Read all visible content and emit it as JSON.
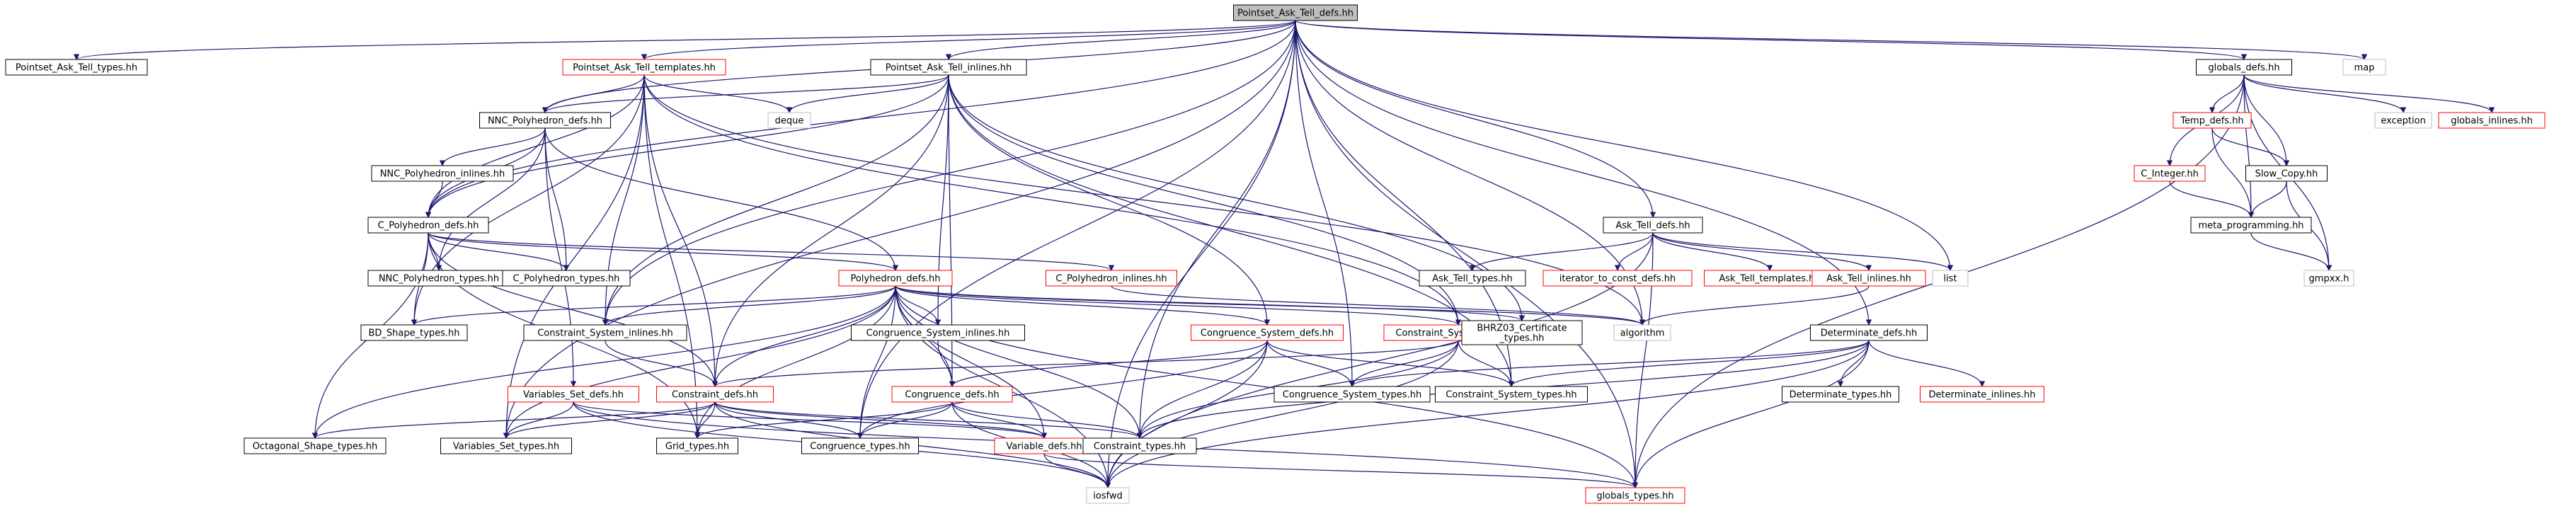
{
  "graph": {
    "nodes": {
      "root": {
        "label": "Pointset_Ask_Tell_defs.hh",
        "style": "root"
      },
      "pat_types": {
        "label": "Pointset_Ask_Tell_types.hh",
        "style": "black"
      },
      "pat_templates": {
        "label": "Pointset_Ask_Tell_templates.hh",
        "style": "red"
      },
      "pat_inlines": {
        "label": "Pointset_Ask_Tell_inlines.hh",
        "style": "black"
      },
      "map": {
        "label": "map",
        "style": "gray"
      },
      "globals_defs": {
        "label": "globals_defs.hh",
        "style": "black"
      },
      "deque": {
        "label": "deque",
        "style": "gray"
      },
      "nnc_defs": {
        "label": "NNC_Polyhedron_defs.hh",
        "style": "black"
      },
      "nnc_inlines": {
        "label": "NNC_Polyhedron_inlines.hh",
        "style": "black"
      },
      "c_defs": {
        "label": "C_Polyhedron_defs.hh",
        "style": "black"
      },
      "nnc_types": {
        "label": "NNC_Polyhedron_types.hh",
        "style": "black"
      },
      "c_types": {
        "label": "C_Polyhedron_types.hh",
        "style": "black"
      },
      "poly_defs": {
        "label": "Polyhedron_defs.hh",
        "style": "red"
      },
      "c_inlines": {
        "label": "C_Polyhedron_inlines.hh",
        "style": "red"
      },
      "ask_tell_defs": {
        "label": "Ask_Tell_defs.hh",
        "style": "black"
      },
      "ask_tell_types": {
        "label": "Ask_Tell_types.hh",
        "style": "black"
      },
      "iter_const": {
        "label": "iterator_to_const_defs.hh",
        "style": "red"
      },
      "ask_tell_templates": {
        "label": "Ask_Tell_templates.hh",
        "style": "red"
      },
      "ask_tell_inlines": {
        "label": "Ask_Tell_inlines.hh",
        "style": "red"
      },
      "list": {
        "label": "list",
        "style": "gray"
      },
      "temp_defs": {
        "label": "Temp_defs.hh",
        "style": "red"
      },
      "exception": {
        "label": "exception",
        "style": "gray"
      },
      "globals_inlines": {
        "label": "globals_inlines.hh",
        "style": "red"
      },
      "c_integer": {
        "label": "C_Integer.hh",
        "style": "red"
      },
      "slow_copy": {
        "label": "Slow_Copy.hh",
        "style": "black"
      },
      "meta_prog": {
        "label": "meta_programming.hh",
        "style": "black"
      },
      "gmpxx": {
        "label": "gmpxx.h",
        "style": "gray"
      },
      "bd_shape_types": {
        "label": "BD_Shape_types.hh",
        "style": "black"
      },
      "cs_inlines": {
        "label": "Constraint_System_inlines.hh",
        "style": "black"
      },
      "congs_inlines": {
        "label": "Congruence_System_inlines.hh",
        "style": "black"
      },
      "congs_defs": {
        "label": "Congruence_System_defs.hh",
        "style": "red"
      },
      "cs_defs": {
        "label": "Constraint_System_defs.hh",
        "style": "red"
      },
      "bhrz03": {
        "label": "BHRZ03_Certificate\n_types.hh",
        "style": "black"
      },
      "algorithm": {
        "label": "algorithm",
        "style": "gray"
      },
      "determinate_defs": {
        "label": "Determinate_defs.hh",
        "style": "black"
      },
      "vs_defs": {
        "label": "Variables_Set_defs.hh",
        "style": "red"
      },
      "constraint_defs": {
        "label": "Constraint_defs.hh",
        "style": "red"
      },
      "congruence_defs": {
        "label": "Congruence_defs.hh",
        "style": "red"
      },
      "congs_types": {
        "label": "Congruence_System_types.hh",
        "style": "black"
      },
      "cs_types": {
        "label": "Constraint_System_types.hh",
        "style": "black"
      },
      "det_types": {
        "label": "Determinate_types.hh",
        "style": "black"
      },
      "det_inlines": {
        "label": "Determinate_inlines.hh",
        "style": "red"
      },
      "oct_types": {
        "label": "Octagonal_Shape_types.hh",
        "style": "black"
      },
      "vs_types": {
        "label": "Variables_Set_types.hh",
        "style": "black"
      },
      "grid_types": {
        "label": "Grid_types.hh",
        "style": "black"
      },
      "cong_types": {
        "label": "Congruence_types.hh",
        "style": "black"
      },
      "variable_defs": {
        "label": "Variable_defs.hh",
        "style": "red"
      },
      "constraint_types": {
        "label": "Constraint_types.hh",
        "style": "black"
      },
      "iosfwd": {
        "label": "iosfwd",
        "style": "gray"
      },
      "globals_types": {
        "label": "globals_types.hh",
        "style": "red"
      }
    },
    "edges": [
      [
        "root",
        "pat_types"
      ],
      [
        "root",
        "pat_templates"
      ],
      [
        "root",
        "pat_inlines"
      ],
      [
        "root",
        "map"
      ],
      [
        "root",
        "globals_defs"
      ],
      [
        "root",
        "nnc_defs"
      ],
      [
        "root",
        "c_defs"
      ],
      [
        "root",
        "ask_tell_defs"
      ],
      [
        "root",
        "list"
      ],
      [
        "root",
        "algorithm"
      ],
      [
        "root",
        "determinate_defs"
      ],
      [
        "root",
        "vs_types"
      ],
      [
        "root",
        "cs_inlines"
      ],
      [
        "root",
        "cs_types"
      ],
      [
        "root",
        "cong_types"
      ],
      [
        "root",
        "iosfwd"
      ],
      [
        "root",
        "globals_types"
      ],
      [
        "root",
        "congs_types"
      ],
      [
        "root",
        "constraint_types"
      ],
      [
        "pat_templates",
        "deque"
      ],
      [
        "pat_templates",
        "nnc_defs"
      ],
      [
        "pat_templates",
        "c_defs"
      ],
      [
        "pat_templates",
        "cs_inlines"
      ],
      [
        "pat_templates",
        "bd_shape_types"
      ],
      [
        "pat_templates",
        "algorithm"
      ],
      [
        "pat_templates",
        "cs_defs"
      ],
      [
        "pat_templates",
        "vs_types"
      ],
      [
        "pat_templates",
        "grid_types"
      ],
      [
        "pat_templates",
        "constraint_defs"
      ],
      [
        "pat_inlines",
        "deque"
      ],
      [
        "pat_inlines",
        "nnc_defs"
      ],
      [
        "pat_inlines",
        "c_defs"
      ],
      [
        "pat_inlines",
        "cs_inlines"
      ],
      [
        "pat_inlines",
        "congs_inlines"
      ],
      [
        "pat_inlines",
        "congs_defs"
      ],
      [
        "pat_inlines",
        "cs_defs"
      ],
      [
        "pat_inlines",
        "bhrz03"
      ],
      [
        "pat_inlines",
        "constraint_defs"
      ],
      [
        "pat_inlines",
        "congruence_defs"
      ],
      [
        "pat_inlines",
        "cs_types"
      ],
      [
        "nnc_defs",
        "nnc_inlines"
      ],
      [
        "nnc_defs",
        "c_defs"
      ],
      [
        "nnc_defs",
        "nnc_types"
      ],
      [
        "nnc_defs",
        "c_types"
      ],
      [
        "nnc_defs",
        "poly_defs"
      ],
      [
        "nnc_defs",
        "vs_defs"
      ],
      [
        "nnc_inlines",
        "c_defs"
      ],
      [
        "c_defs",
        "nnc_types"
      ],
      [
        "c_defs",
        "c_types"
      ],
      [
        "c_defs",
        "poly_defs"
      ],
      [
        "c_defs",
        "c_inlines"
      ],
      [
        "c_defs",
        "oct_types"
      ],
      [
        "c_defs",
        "bd_shape_types"
      ],
      [
        "c_defs",
        "grid_types"
      ],
      [
        "c_defs",
        "constraint_defs"
      ],
      [
        "c_inlines",
        "algorithm"
      ],
      [
        "poly_defs",
        "bd_shape_types"
      ],
      [
        "poly_defs",
        "cs_inlines"
      ],
      [
        "poly_defs",
        "congs_inlines"
      ],
      [
        "poly_defs",
        "congs_defs"
      ],
      [
        "poly_defs",
        "cs_defs"
      ],
      [
        "poly_defs",
        "bhrz03"
      ],
      [
        "poly_defs",
        "algorithm"
      ],
      [
        "poly_defs",
        "constraint_defs"
      ],
      [
        "poly_defs",
        "congruence_defs"
      ],
      [
        "poly_defs",
        "oct_types"
      ],
      [
        "poly_defs",
        "vs_types"
      ],
      [
        "poly_defs",
        "grid_types"
      ],
      [
        "poly_defs",
        "cong_types"
      ],
      [
        "poly_defs",
        "variable_defs"
      ],
      [
        "poly_defs",
        "constraint_types"
      ],
      [
        "poly_defs",
        "iosfwd"
      ],
      [
        "poly_defs",
        "globals_types"
      ],
      [
        "ask_tell_defs",
        "ask_tell_types"
      ],
      [
        "ask_tell_defs",
        "iter_const"
      ],
      [
        "ask_tell_defs",
        "ask_tell_templates"
      ],
      [
        "ask_tell_defs",
        "ask_tell_inlines"
      ],
      [
        "ask_tell_defs",
        "list"
      ],
      [
        "ask_tell_defs",
        "iosfwd"
      ],
      [
        "ask_tell_defs",
        "globals_types"
      ],
      [
        "ask_tell_inlines",
        "algorithm"
      ],
      [
        "globals_defs",
        "temp_defs"
      ],
      [
        "globals_defs",
        "exception"
      ],
      [
        "globals_defs",
        "globals_inlines"
      ],
      [
        "globals_defs",
        "c_integer"
      ],
      [
        "globals_defs",
        "slow_copy"
      ],
      [
        "globals_defs",
        "meta_prog"
      ],
      [
        "globals_defs",
        "gmpxx"
      ],
      [
        "globals_defs",
        "globals_types"
      ],
      [
        "temp_defs",
        "slow_copy"
      ],
      [
        "temp_defs",
        "meta_prog"
      ],
      [
        "c_integer",
        "meta_prog"
      ],
      [
        "slow_copy",
        "meta_prog"
      ],
      [
        "slow_copy",
        "gmpxx"
      ],
      [
        "meta_prog",
        "gmpxx"
      ],
      [
        "cs_inlines",
        "constraint_defs"
      ],
      [
        "congs_inlines",
        "congruence_defs"
      ],
      [
        "congs_defs",
        "congruence_defs"
      ],
      [
        "congs_defs",
        "congs_types"
      ],
      [
        "congs_defs",
        "cs_types"
      ],
      [
        "congs_defs",
        "cong_types"
      ],
      [
        "congs_defs",
        "constraint_types"
      ],
      [
        "congs_defs",
        "iosfwd"
      ],
      [
        "cs_defs",
        "constraint_defs"
      ],
      [
        "cs_defs",
        "congs_types"
      ],
      [
        "cs_defs",
        "cs_types"
      ],
      [
        "cs_defs",
        "constraint_types"
      ],
      [
        "cs_defs",
        "iosfwd"
      ],
      [
        "determinate_defs",
        "det_types"
      ],
      [
        "determinate_defs",
        "det_inlines"
      ],
      [
        "determinate_defs",
        "cs_types"
      ],
      [
        "determinate_defs",
        "congs_types"
      ],
      [
        "determinate_defs",
        "constraint_types"
      ],
      [
        "determinate_defs",
        "iosfwd"
      ],
      [
        "determinate_defs",
        "globals_types"
      ],
      [
        "vs_defs",
        "vs_types"
      ],
      [
        "vs_defs",
        "variable_defs"
      ],
      [
        "vs_defs",
        "iosfwd"
      ],
      [
        "vs_defs",
        "globals_types"
      ],
      [
        "constraint_defs",
        "oct_types"
      ],
      [
        "constraint_defs",
        "vs_types"
      ],
      [
        "constraint_defs",
        "grid_types"
      ],
      [
        "constraint_defs",
        "cong_types"
      ],
      [
        "constraint_defs",
        "variable_defs"
      ],
      [
        "constraint_defs",
        "constraint_types"
      ],
      [
        "constraint_defs",
        "iosfwd"
      ],
      [
        "congruence_defs",
        "cong_types"
      ],
      [
        "congruence_defs",
        "variable_defs"
      ],
      [
        "congruence_defs",
        "constraint_types"
      ],
      [
        "congruence_defs",
        "iosfwd"
      ],
      [
        "congruence_defs",
        "grid_types"
      ],
      [
        "variable_defs",
        "iosfwd"
      ],
      [
        "variable_defs",
        "globals_types"
      ]
    ]
  },
  "colors": {
    "edge": "#191970",
    "red_border": "#ff0000",
    "black_border": "#000000",
    "gray_border": "#bfbfbf",
    "root_fill": "#bfbfbf"
  }
}
